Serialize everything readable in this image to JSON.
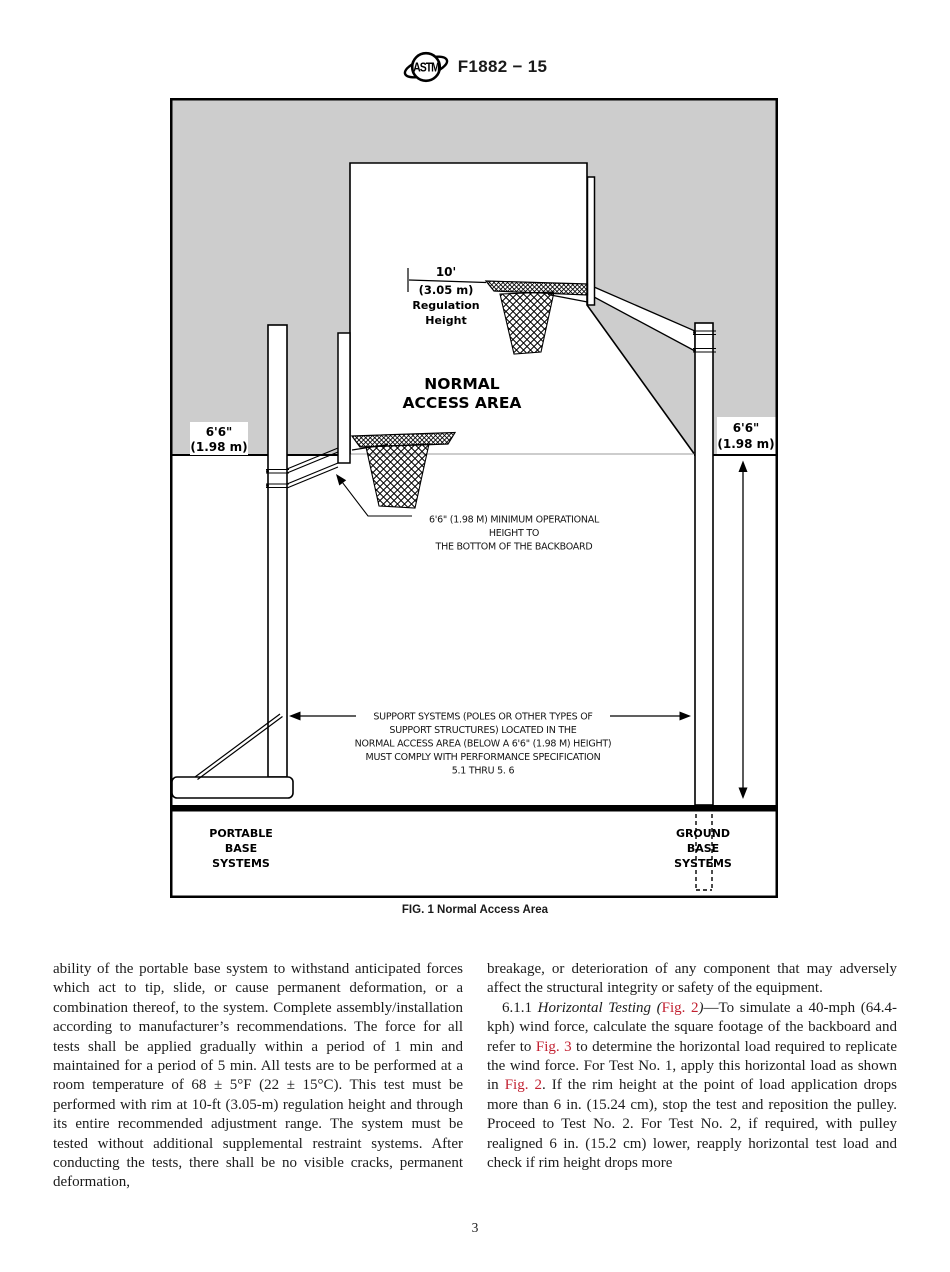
{
  "header": {
    "doc_number": "F1882 − 15",
    "logo_text": "ASTM"
  },
  "figure": {
    "caption": "FIG. 1 Normal Access Area",
    "labels": {
      "regulation_height": [
        "10'",
        "(3.05 m)",
        "Regulation",
        "Height"
      ],
      "normal_access_area": [
        "NORMAL",
        "ACCESS AREA"
      ],
      "left_height": [
        "6'6\"",
        "(1.98 m)"
      ],
      "right_height": [
        "6'6\"",
        "(1.98 m)"
      ],
      "min_operational": [
        "6'6\" (1.98 M) MINIMUM OPERATIONAL",
        "HEIGHT TO",
        "THE BOTTOM OF THE BACKBOARD"
      ],
      "support_note": [
        "SUPPORT SYSTEMS (POLES OR OTHER TYPES OF",
        "SUPPORT STRUCTURES) LOCATED IN THE",
        "NORMAL ACCESS AREA (BELOW A 6'6\" (1.98 M) HEIGHT)",
        "MUST COMPLY WITH PERFORMANCE SPECIFICATION",
        "5.1 THRU 5. 6"
      ],
      "portable_base": [
        "PORTABLE",
        "BASE",
        "SYSTEMS"
      ],
      "ground_base": [
        "GROUND",
        "BASE",
        "SYSTEMS"
      ]
    }
  },
  "body": {
    "left_column": {
      "p1": "ability of the portable base system to withstand anticipated forces which act to tip, slide, or cause permanent deformation, or a combination thereof, to the system. Complete assembly/​installation according to manufacturer’s recommendations. The force for all tests shall be applied gradually within a period of 1 min and maintained for a period of 5 min. All tests are to be performed at a room temperature of 68 ± 5°F (22 ± 15°C). This test must be performed with rim at 10-ft (3.05-m) regulation height and through its entire recommended adjust­ment range. The system must be tested without additional supplemental restraint systems. After conducting the tests, there shall be no visible cracks, permanent deformation,"
    },
    "right_column": {
      "p1": "breakage, or deterioration of any component that may ad­versely affect the structural integrity or safety of the equip­ment.",
      "p2": {
        "num": "6.1.1 ",
        "title": "Horizontal Testing (",
        "fig2a": "Fig. 2",
        "close_paren": ")",
        "t1": "—To simulate a 40-mph (64.4-kph) wind force, calculate the square footage of the backboard and refer to ",
        "fig3": "Fig. 3",
        "t2": " to determine the horizontal load required to replicate the wind force. For Test No. 1, apply this horizontal load as shown in ",
        "fig2b": "Fig. 2",
        "t3": ". If the rim height at the point of load application drops more than 6 in. (15.24 cm), stop the test and reposition the pulley. Proceed to Test No. 2. For Test No. 2, if required, with pulley realigned 6 in. (15.2 cm) lower, reapply horizontal test load and check if rim height drops more"
      }
    }
  },
  "footer": {
    "page_number": "3"
  },
  "colors": {
    "sky_gray": "#cdcdcd",
    "link_red": "#C22030",
    "ink": "#000000"
  }
}
